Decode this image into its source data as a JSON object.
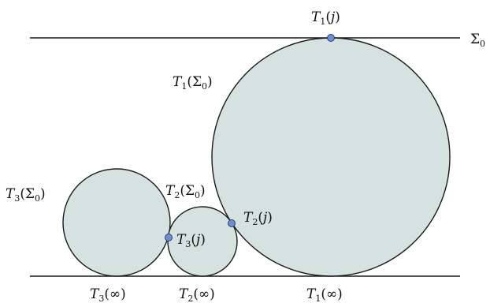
{
  "colors": {
    "circle_fill": "#d6e2df",
    "point_fill": "#6b8fd4"
  },
  "labels": {
    "sigma0": {
      "base": "Σ",
      "sub": "0"
    },
    "t1_j": {
      "T": "T",
      "idx": "1",
      "arg": "j"
    },
    "t1_sigma0": {
      "T": "T",
      "idx": "1",
      "arg": "Σ",
      "argsub": "0"
    },
    "t3_sigma0": {
      "T": "T",
      "idx": "3",
      "arg": "Σ",
      "argsub": "0"
    },
    "t2_sigma0": {
      "T": "T",
      "idx": "2",
      "arg": "Σ",
      "argsub": "0"
    },
    "t2_j": {
      "T": "T",
      "idx": "2",
      "arg": "j"
    },
    "t3_j": {
      "T": "T",
      "idx": "3",
      "arg": "j"
    },
    "t3_inf": {
      "T": "T",
      "idx": "3",
      "arg": "∞"
    },
    "t2_inf": {
      "T": "T",
      "idx": "2",
      "arg": "∞"
    },
    "t1_inf": {
      "T": "T",
      "idx": "1",
      "arg": "∞"
    }
  }
}
